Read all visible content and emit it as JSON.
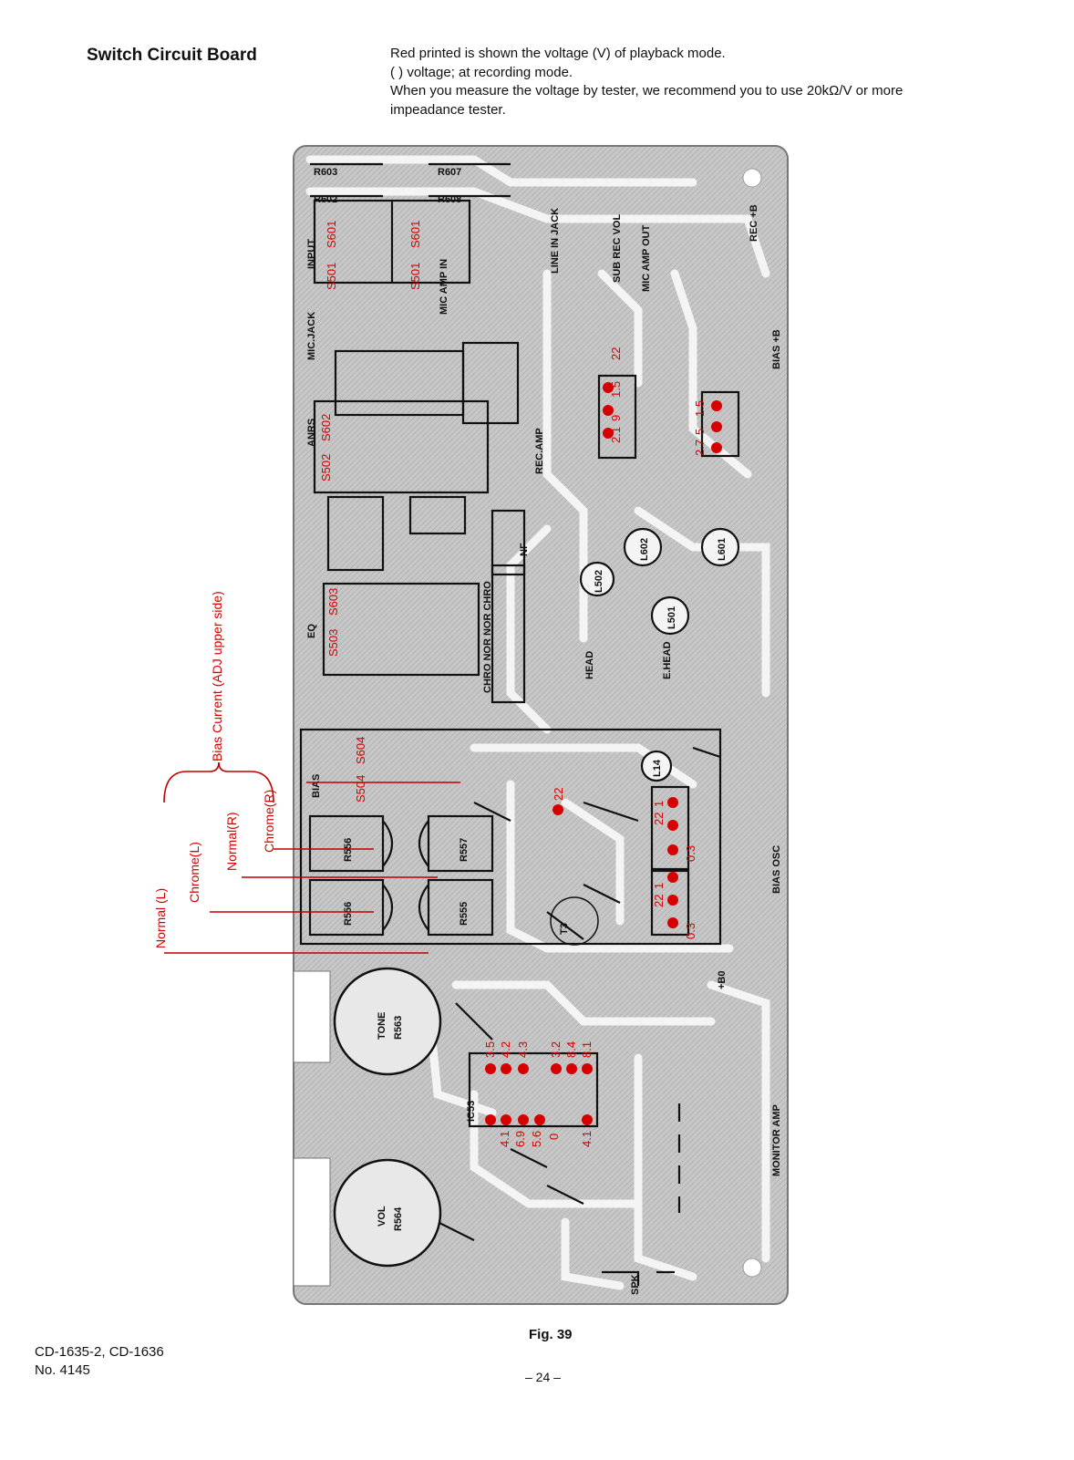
{
  "title": "Switch Circuit Board",
  "notes": [
    "Red printed is shown the voltage (V) of playback mode.",
    "(     ) voltage; at recording mode.",
    "When you measure the voltage by tester, we recommend you to use 20kΩ/V or more",
    "impeadance tester."
  ],
  "figure_label": "Fig. 39",
  "page_number": "– 24 –",
  "footer": {
    "model": "CD-1635-2, CD-1636",
    "number": "No. 4145"
  },
  "side_labels": {
    "bias_current": "Bias Current (ADJ upper side)",
    "chrome_r": "Chrome(R)",
    "normal_r": "Normal(R)",
    "chrome_l": "Chrome(L)",
    "normal_l": "Normal (L)"
  },
  "board_labels": {
    "input": "INPUT",
    "mic_jack": "MIC.JACK",
    "anrs": "ANRS",
    "eq": "EQ",
    "bias": "BIAS",
    "rec_amp": "REC.AMP",
    "line_in_jack": "LINE IN JACK",
    "sub_rec_vol": "SUB REC VOL",
    "mic_amp_out": "MIC AMP OUT",
    "mic_amp_in": "MIC AMP IN",
    "rec_b": "REC +B",
    "bias_b": "BIAS +B",
    "bias_osc": "BIAS OSC",
    "monitor_amp": "MONITOR AMP",
    "spk": "SPK",
    "head": "HEAD",
    "e_head": "E.HEAD",
    "plus_b0": "+B0",
    "tone": "TONE",
    "r563": "R563",
    "vol": "VOL",
    "r564": "R564",
    "nf": "NF",
    "chro_nor": "CHRO NOR NOR CHRO",
    "ic53": "IC53",
    "t3": "T3",
    "l501": "L501",
    "l502": "L502",
    "l601": "L601",
    "l602": "L602",
    "l14": "L14",
    "r556": "R556",
    "r557": "R557",
    "r555": "R555",
    "r603": "R603",
    "r602": "R602",
    "r607": "R607",
    "r608": "R608"
  },
  "switch_labels": [
    "S501",
    "S601",
    "S502",
    "S602",
    "S503",
    "S603",
    "S504",
    "S604"
  ],
  "voltages": {
    "q_top_left": [
      "2.1",
      "9",
      "1.5",
      "22"
    ],
    "q_top_right": [
      "2.7",
      "5",
      "1.5"
    ],
    "osc_mid": "22",
    "x51": [
      "22",
      "1",
      "0.3"
    ],
    "x52": [
      "22",
      "1",
      "0.3"
    ],
    "ic_top": [
      "3.5",
      "4.2",
      "4.3",
      "3.2",
      "8.4",
      "8.1"
    ],
    "ic_bottom": [
      "4.1",
      "6.9",
      "5.6",
      "0",
      "4.1"
    ]
  },
  "colors": {
    "board_bg": "#c9c9c9",
    "trace": "#f2f2f2",
    "ink": "#111111",
    "voltage_red": "#d60000"
  }
}
